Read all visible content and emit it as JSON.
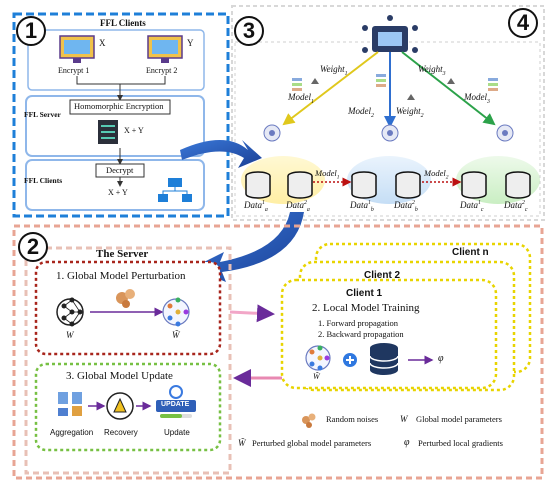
{
  "badges": [
    "1",
    "2",
    "3",
    "4"
  ],
  "panel1": {
    "clients_title": "FFL Clients",
    "x_label": "X",
    "y_label": "Y",
    "encrypt1": "Encrypt 1",
    "encrypt2": "Encrypt 2",
    "server_title": "FFL Server",
    "homomorphic": "Homomorphic Encryption",
    "xy_server": "X + Y",
    "decrypt": "Decrypt",
    "clients_title2": "FFL Clients",
    "xy_clients": "X + Y"
  },
  "panel3": {
    "model1": "Model",
    "model1_sub": "1",
    "model2": "Model",
    "model2_sub": "2",
    "model3": "Model",
    "model3_sub": "3",
    "weight1": "Weight",
    "weight1_sub": "1",
    "weight2": "Weight",
    "weight2_sub": "2",
    "weight3": "Weight",
    "weight3_sub": "3",
    "chain_model1": "Model",
    "chain_model1_sub": "1",
    "chain_model2": "Model",
    "chain_model2_sub": "2",
    "data_a1": "Data",
    "data_a1_sup": "1",
    "data_a1_sub": "a",
    "data_a2": "Data",
    "data_a2_sup": "2",
    "data_a2_sub": "a",
    "data_b1": "Data",
    "data_b1_sup": "1",
    "data_b1_sub": "b",
    "data_b2": "Data",
    "data_b2_sup": "2",
    "data_b2_sub": "b",
    "data_c1": "Data",
    "data_c1_sup": "1",
    "data_c1_sub": "c",
    "data_c2": "Data",
    "data_c2_sup": "2",
    "data_c2_sub": "c"
  },
  "panel2": {
    "server_title": "The Server",
    "perturbation": "1. Global Model Perturbation",
    "w": "W",
    "w_tilde": "W̃",
    "update_title": "3. Global Model Update",
    "aggregation": "Aggregation",
    "recovery": "Recovery",
    "update": "Update",
    "update_icon_text": "UPDATE",
    "client_n": "Client  n",
    "client_2": "Client  2",
    "client_1": "Client  1",
    "local_training": "2. Local Model Training",
    "forward": "1. Forward propagation",
    "backward": "2. Backward propagation",
    "w_tilde_small": "W̃",
    "phi": "φ"
  },
  "legend": {
    "random_noises": "Random noises",
    "w_symbol": "W",
    "global_params": "Global model parameters",
    "w_tilde_symbol": "W̃",
    "perturbed_global": "Perturbed global model parameters",
    "phi_symbol": "φ",
    "perturbed_local": "Perturbed local gradients"
  },
  "colors": {
    "panel1_border": "#1e7fd8",
    "panel2_border": "#e8a594",
    "panel3_border": "#c9c9c9",
    "panel4_border": "#d8d8d8",
    "server_box_border": "#a8251c",
    "update_box_border": "#77c043",
    "client_box_border": "#e8d400",
    "arrow_blue": "#1f4fa8",
    "yellow_line": "#e0c81c",
    "blue_line": "#2f6fd0",
    "green_line": "#2ca24a",
    "purple": "#6a2b9a"
  }
}
